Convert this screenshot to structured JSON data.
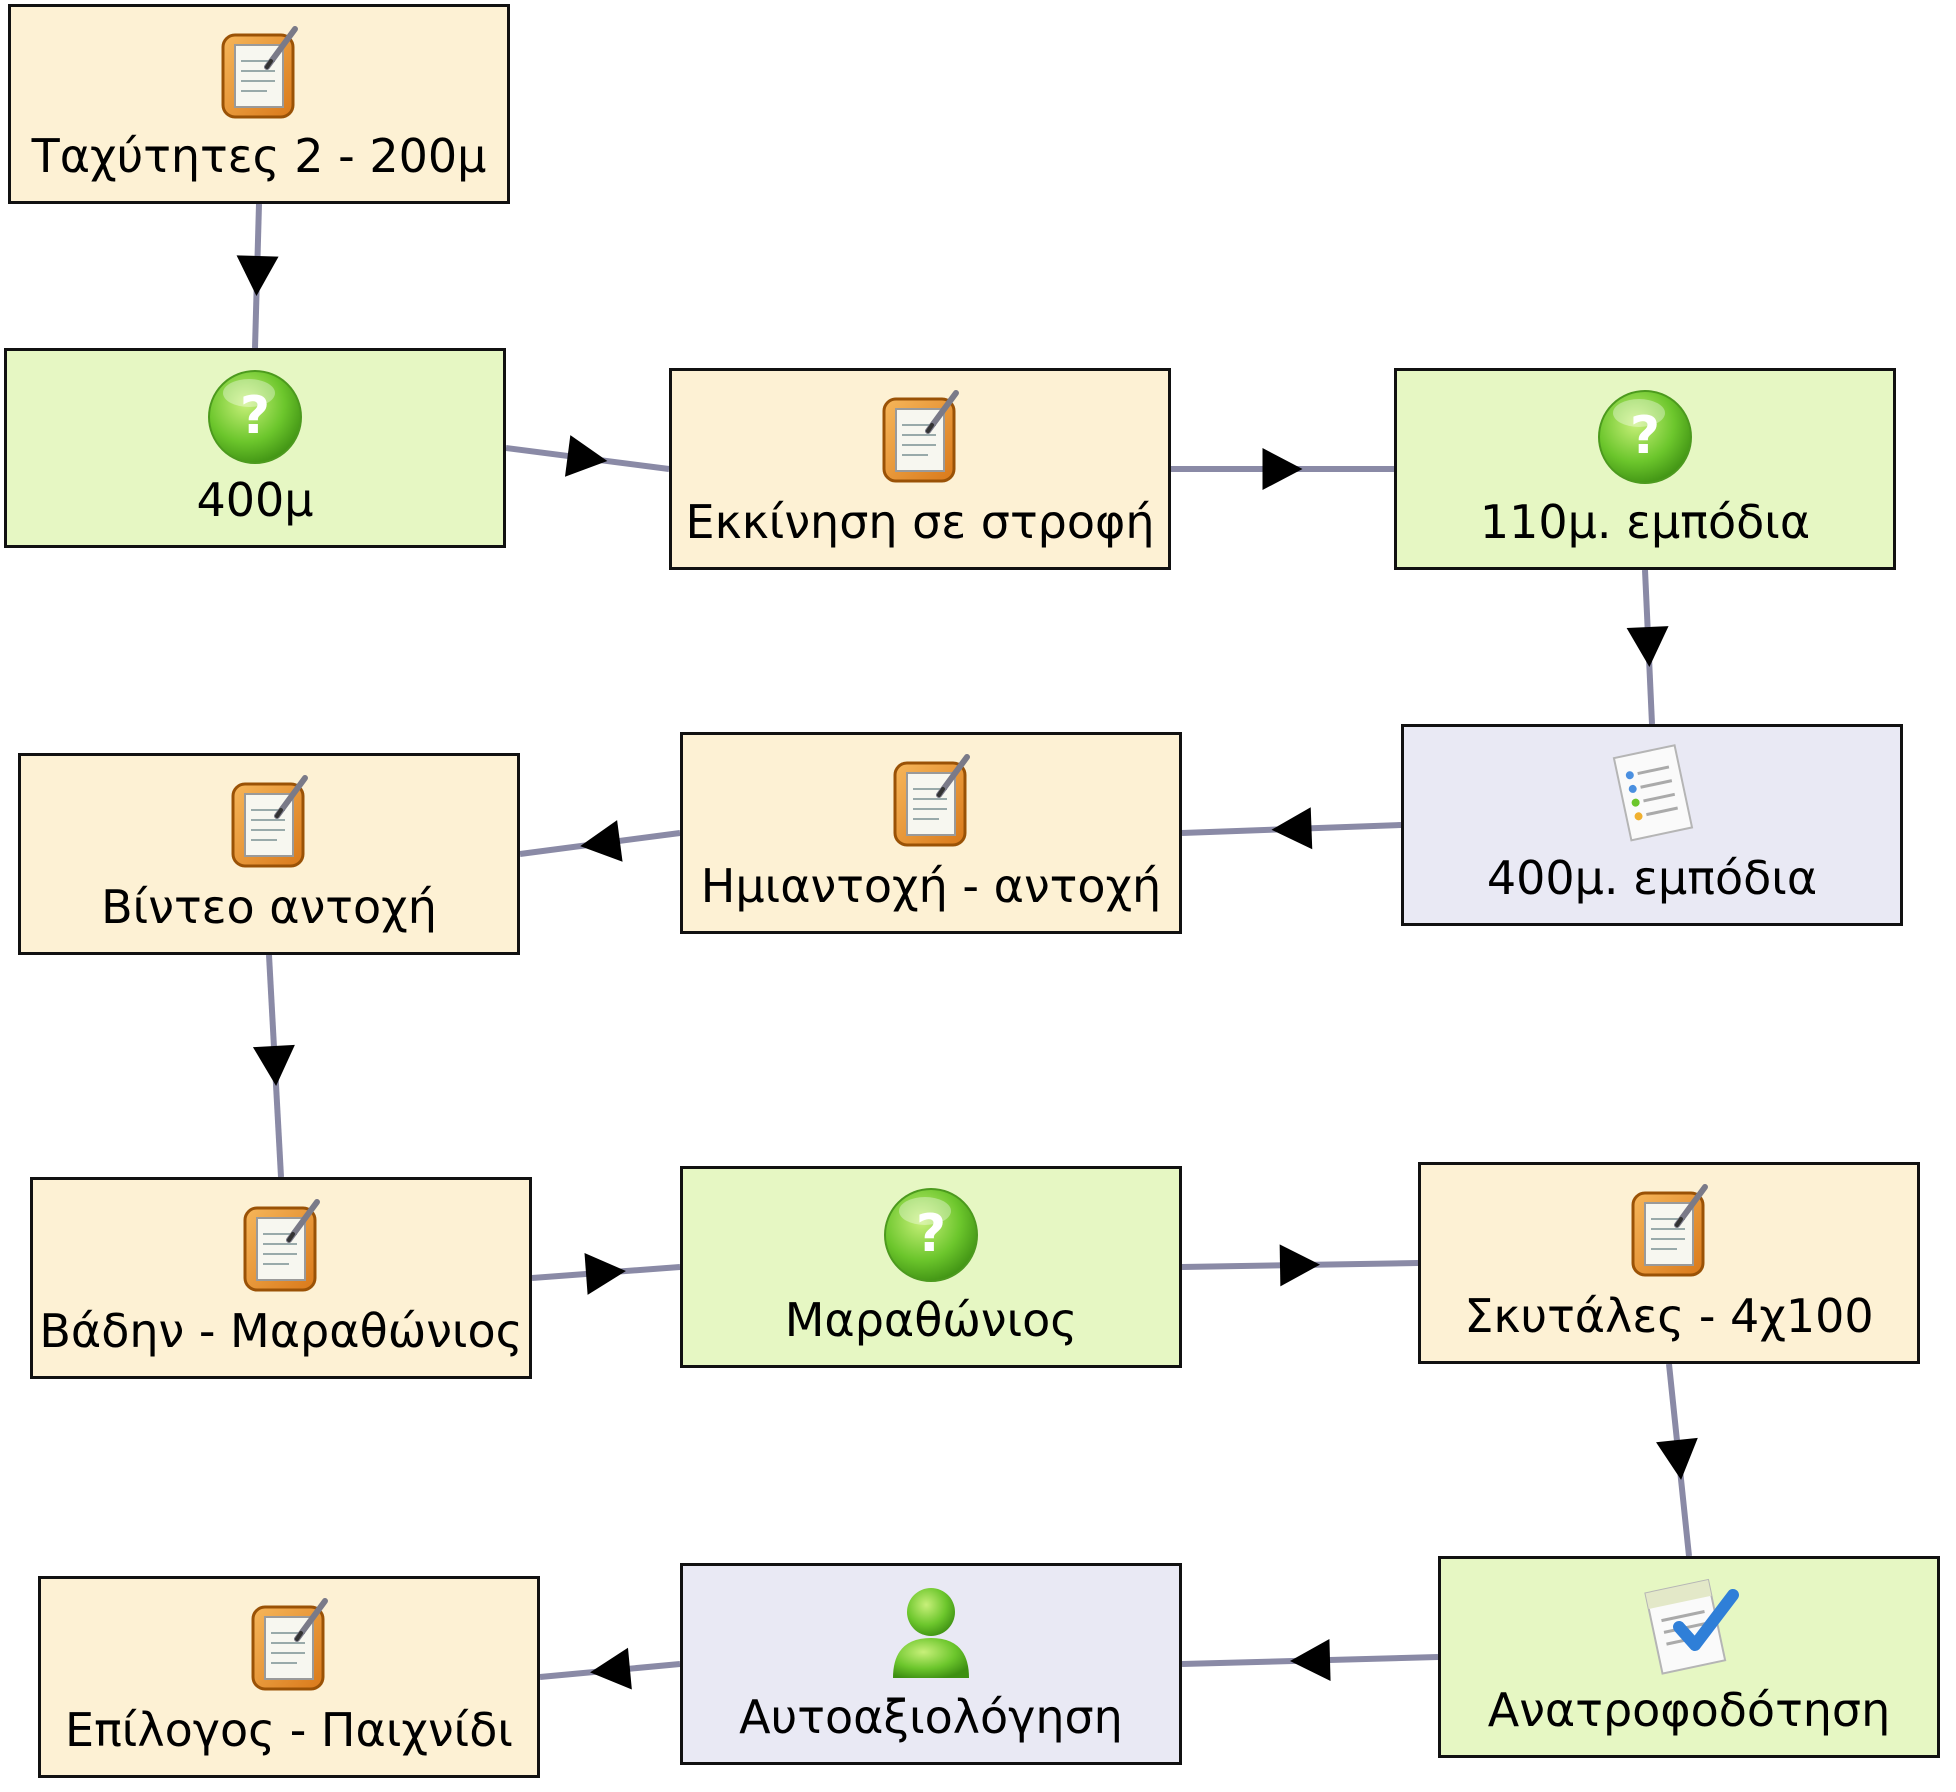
{
  "nodes": [
    {
      "id": "n1",
      "label": "Ταχύτητες 2 - 200μ",
      "kind": "task",
      "icon": "clipboard-icon"
    },
    {
      "id": "n2",
      "label": "400μ",
      "kind": "quiz",
      "icon": "question-icon"
    },
    {
      "id": "n3",
      "label": "Εκκίνηση σε στροφή",
      "kind": "task",
      "icon": "clipboard-icon"
    },
    {
      "id": "n4",
      "label": "110μ. εμπόδια",
      "kind": "quiz",
      "icon": "question-icon"
    },
    {
      "id": "n5",
      "label": "400μ. εμπόδια",
      "kind": "other",
      "icon": "document-list-icon"
    },
    {
      "id": "n6",
      "label": "Ημιαντοχή - αντοχή",
      "kind": "task",
      "icon": "clipboard-icon"
    },
    {
      "id": "n7",
      "label": "Βίντεο αντοχή",
      "kind": "task",
      "icon": "clipboard-icon"
    },
    {
      "id": "n8",
      "label": "Βάδην - Μαραθώνιος",
      "kind": "task",
      "icon": "clipboard-icon"
    },
    {
      "id": "n9",
      "label": "Μαραθώνιος",
      "kind": "quiz",
      "icon": "question-icon"
    },
    {
      "id": "n10",
      "label": "Σκυτάλες - 4χ100",
      "kind": "task",
      "icon": "clipboard-icon"
    },
    {
      "id": "n11",
      "label": "Ανατροφοδότηση",
      "kind": "quiz",
      "icon": "checklist-icon"
    },
    {
      "id": "n12",
      "label": "Αυτοαξιολόγηση",
      "kind": "other",
      "icon": "user-icon"
    },
    {
      "id": "n13",
      "label": "Επίλογος - Παιχνίδι",
      "kind": "task",
      "icon": "clipboard-icon"
    }
  ],
  "edges": [
    [
      "n1",
      "n2"
    ],
    [
      "n2",
      "n3"
    ],
    [
      "n3",
      "n4"
    ],
    [
      "n4",
      "n5"
    ],
    [
      "n5",
      "n6"
    ],
    [
      "n6",
      "n7"
    ],
    [
      "n7",
      "n8"
    ],
    [
      "n8",
      "n9"
    ],
    [
      "n9",
      "n10"
    ],
    [
      "n10",
      "n11"
    ],
    [
      "n11",
      "n12"
    ],
    [
      "n12",
      "n13"
    ]
  ],
  "colors": {
    "task_fill": "#fdf1d4",
    "quiz_fill": "#e6f7c3",
    "other_fill": "#e9e9f4",
    "border": "#111111",
    "connector": "#8a8aa6",
    "arrow": "#000000"
  }
}
